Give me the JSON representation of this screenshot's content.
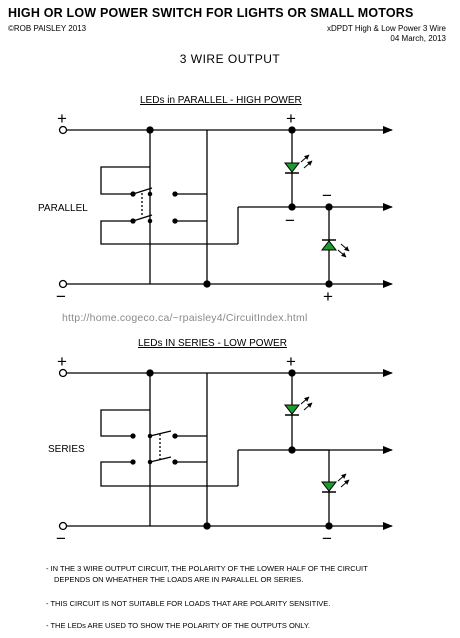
{
  "header": {
    "title": "HIGH OR LOW POWER SWITCH FOR LIGHTS OR SMALL MOTORS",
    "author": "©ROB PAISLEY 2013",
    "subtitle": "xDPDT High & Low Power 3 Wire",
    "date": "04 March, 2013"
  },
  "heading": "3 WIRE OUTPUT",
  "parallel": {
    "heading": "LEDs in PARALLEL - HIGH POWER",
    "switch_label": "PARALLEL"
  },
  "series": {
    "heading": "LEDs IN SERIES - LOW POWER",
    "switch_label": "SERIES"
  },
  "url": "http://home.cogeco.ca/~rpaisley4/CircuitIndex.html",
  "notes": {
    "n1_line1": "- IN THE 3 WIRE OUTPUT CIRCUIT, THE POLARITY OF THE LOWER HALF OF THE CIRCUIT",
    "n1_line2": "DEPENDS ON WHEATHER THE LOADS ARE IN PARALLEL OR SERIES.",
    "n2": "- THIS CIRCUIT IS NOT SUITABLE FOR LOADS THAT ARE POLARITY SENSITIVE.",
    "n3": "- THE LEDs ARE USED TO SHOW THE POLARITY OF THE OUTPUTS ONLY."
  },
  "symbols": {
    "plus": "+",
    "minus": "−"
  },
  "colors": {
    "led": "#1e9b2e",
    "wire": "#000000",
    "url": "#8a8a8a"
  }
}
